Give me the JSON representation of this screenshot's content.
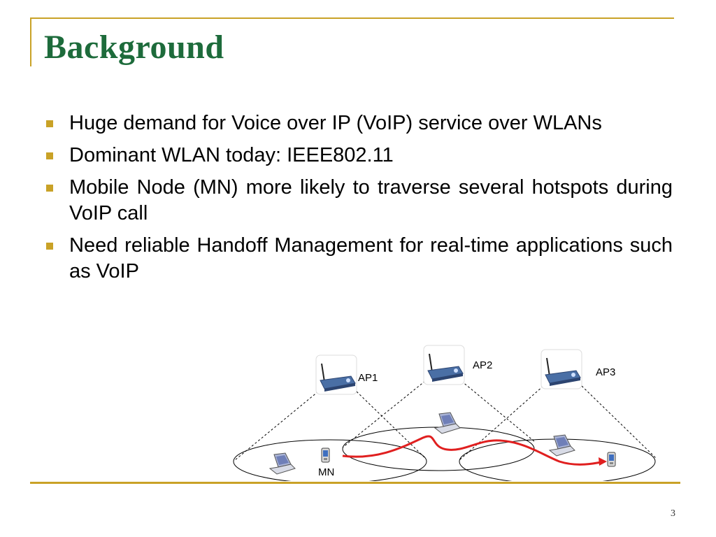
{
  "slide": {
    "title": "Background",
    "page_number": "3"
  },
  "bullets": [
    "Huge demand for Voice over IP (VoIP) service over WLANs",
    "Dominant WLAN today: IEEE802.11",
    "Mobile Node (MN) more likely to traverse several hotspots during VoIP call",
    "Need reliable Handoff Management for real-time applications such as VoIP"
  ],
  "diagram": {
    "access_points": [
      "AP1",
      "AP2",
      "AP3"
    ],
    "mobile_node_label": "MN"
  },
  "colors": {
    "title": "#1d6b3b",
    "accent": "#c9a227",
    "path": "#e01f1f"
  }
}
